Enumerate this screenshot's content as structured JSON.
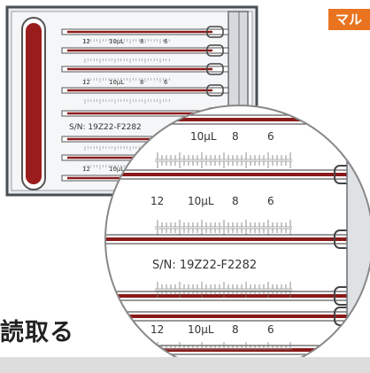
{
  "badge": {
    "label": "マル"
  },
  "heading": {
    "text": "読取る"
  },
  "device": {
    "serial": "S/N: 19Z22-F2282",
    "scale_labels": [
      "12",
      "10µL",
      "8",
      "6"
    ]
  },
  "magnifier": {
    "serial": "S/N: 19Z22-F2282",
    "scale_labels": [
      "12",
      "10µL",
      "8",
      "6"
    ]
  },
  "colors": {
    "accent": "#e9731e",
    "reservoir": "#9b1c1c",
    "channel": "#8a1a1a",
    "frame": "#5a5f66"
  }
}
